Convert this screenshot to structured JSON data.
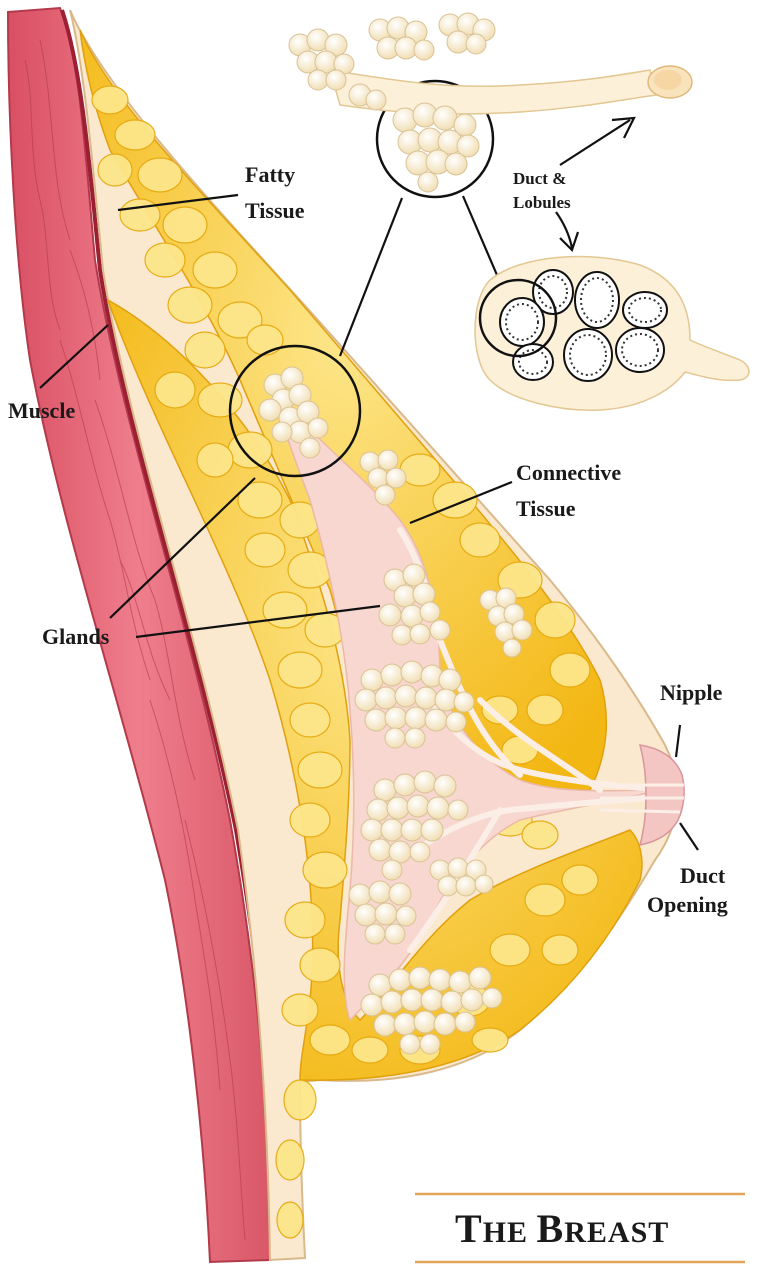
{
  "labels": {
    "fatty_tissue": [
      "Fatty",
      "Tissue"
    ],
    "muscle": "Muscle",
    "duct_lobules": [
      "Duct &",
      "Lobules"
    ],
    "connective_tissue": [
      "Connective",
      "Tissue"
    ],
    "glands": "Glands",
    "nipple": "Nipple",
    "duct_opening": [
      "Duct",
      "Opening"
    ]
  },
  "title": {
    "first_cap": "T",
    "first_rest": "HE",
    "second_cap": "B",
    "second_rest": "REAST"
  },
  "colors": {
    "muscle": "#e8697a",
    "muscle_dark": "#b23a4b",
    "fat": "#f6c21a",
    "fat_light": "#fde07a",
    "skin": "#fbe9cf",
    "connective": "#f7d7cf",
    "lobule": "#fdf6e6",
    "rule": "#e3a35a"
  }
}
